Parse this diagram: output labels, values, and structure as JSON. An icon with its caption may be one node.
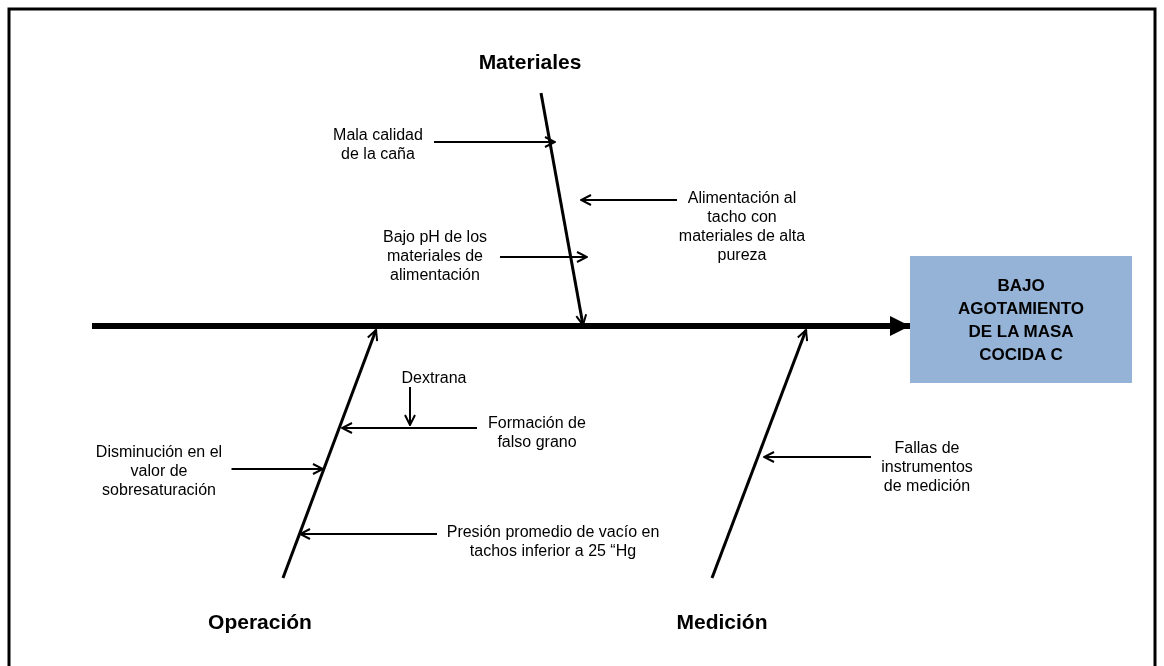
{
  "diagram": {
    "nodes": [
      {
        "text": [
          "Materiales"
        ]
      },
      {
        "text": [
          "Mala calidad de la caña"
        ]
      },
      {
        "text": [
          "Alimentación al tacho con materiales de alta pureza"
        ]
      },
      {
        "text": [
          "Bajo pH de los materiales de alimentación"
        ]
      },
      {
        "text": [
          "BAJO AGOTAMIENTO DE LA MASA COCIDA C"
        ]
      },
      {
        "text": [
          "Dextrana"
        ]
      },
      {
        "text": [
          "Formación de falso grano"
        ]
      },
      {
        "text": [
          "Disminución en el valor de sobresaturación"
        ]
      },
      {
        "text": [
          "Presión promedio de vacío en tachos inferior a 25 “Hg"
        ]
      },
      {
        "text": [
          "Operación"
        ]
      },
      {
        "text": [
          "Medición"
        ]
      },
      {
        "text": [
          "Fallas de instrumentos de medición"
        ]
      }
    ],
    "edges": [
      {
        "from": null,
        "to": 4,
        "arrow": "to",
        "style": "thick"
      },
      {
        "from": 0,
        "to": null,
        "arrow": "to"
      },
      {
        "from": 1,
        "to": null,
        "arrow": "to"
      },
      {
        "from": 2,
        "to": null,
        "arrow": "to"
      },
      {
        "from": 3,
        "to": null,
        "arrow": "to"
      },
      {
        "from": 9,
        "to": null,
        "arrow": "to"
      },
      {
        "from": 5,
        "to": null,
        "arrow": "to"
      },
      {
        "from": 6,
        "to": null,
        "arrow": "to"
      },
      {
        "from": 7,
        "to": null,
        "arrow": "to"
      },
      {
        "from": 8,
        "to": null,
        "arrow": "to"
      },
      {
        "from": 10,
        "to": null,
        "arrow": "to"
      },
      {
        "from": 11,
        "to": null,
        "arrow": "to"
      }
    ]
  }
}
